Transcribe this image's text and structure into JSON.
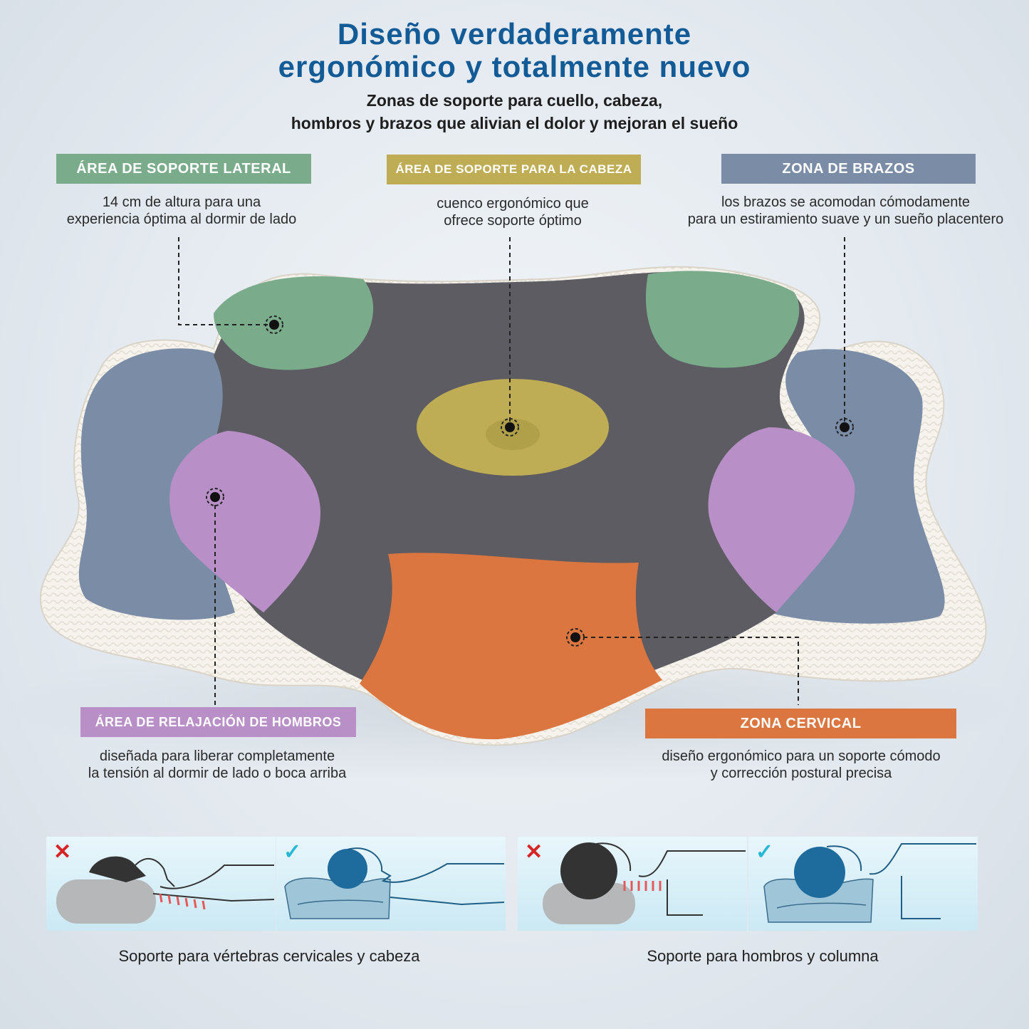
{
  "header": {
    "title_line1": "Diseño verdaderamente",
    "title_line2": "ergonómico y totalmente nuevo",
    "subtitle_line1": "Zonas de soporte para cuello, cabeza,",
    "subtitle_line2": "hombros y brazos que alivian el dolor y mejoran el sueño"
  },
  "zones": {
    "lateral": {
      "label": "ÁREA DE SOPORTE LATERAL",
      "color": "#7aac8c",
      "desc_line1": "14 cm de altura para una",
      "desc_line2": "experiencia óptima al dormir de lado"
    },
    "head": {
      "label": "ÁREA DE SOPORTE PARA LA CABEZA",
      "color": "#bfad55",
      "desc_line1": "cuenco ergonómico que",
      "desc_line2": "ofrece soporte óptimo"
    },
    "arms": {
      "label": "ZONA DE BRAZOS",
      "color": "#7a8ca6",
      "desc_line1": "los brazos se acomodan cómodamente",
      "desc_line2": "para un estiramiento suave y un sueño placentero"
    },
    "shoulders": {
      "label": "ÁREA DE RELAJACIÓN DE HOMBROS",
      "color": "#b88fc7",
      "desc_line1": "diseñada para liberar completamente",
      "desc_line2": "la tensión al dormir de lado o boca arriba"
    },
    "cervical": {
      "label": "ZONA CERVICAL",
      "color": "#dc7640",
      "desc_line1": "diseño ergonómico para un soporte cómodo",
      "desc_line2": "y corrección postural precisa"
    }
  },
  "comparison": {
    "bad_mark": "✕",
    "good_mark": "✓",
    "caption_left": "Soporte para vértebras cervicales y cabeza",
    "caption_right": "Soporte para hombros y columna"
  }
}
